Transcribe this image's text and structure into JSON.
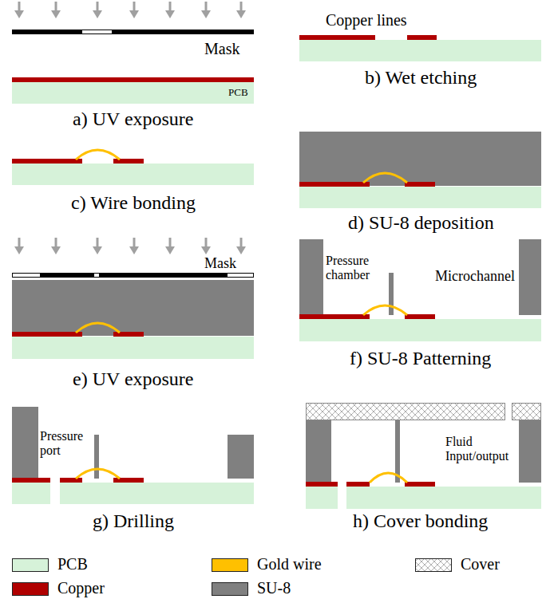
{
  "diagram": {
    "labels": [
      "a) UV exposure",
      "Mask",
      "PCB",
      "Copper lines",
      "b) Wet etching",
      "c) Wire bonding",
      "d) SU-8 deposition",
      "e) UV exposure",
      "Mask",
      "f) SU-8 Patterning",
      "Pressure chamber",
      "Microchannel",
      "g) Drilling",
      "Pressure port",
      "h) Cover bonding",
      "Fluid Input/output"
    ],
    "legend": [
      {
        "text": "PCB",
        "color": "#d6f2d9"
      },
      {
        "text": "Gold wire",
        "color": "#ffc000"
      },
      {
        "text": "Cover"
      },
      {
        "text": "Copper",
        "color": "#b00000"
      },
      {
        "text": "SU-8",
        "color": "#808080"
      }
    ]
  }
}
